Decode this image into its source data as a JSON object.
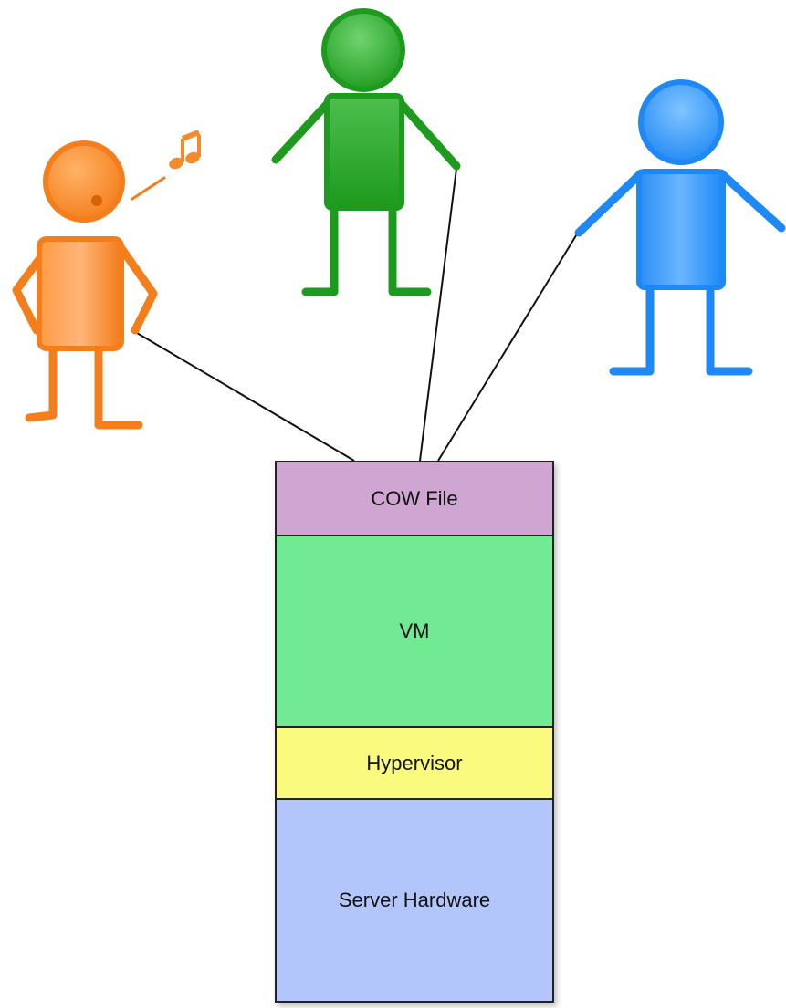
{
  "stack": {
    "layers": [
      {
        "label": "COW File",
        "color": "#cfa6d2"
      },
      {
        "label": "VM",
        "color": "#72ea93"
      },
      {
        "label": "Hypervisor",
        "color": "#fafa7e"
      },
      {
        "label": "Server Hardware",
        "color": "#b3c6fb"
      }
    ]
  },
  "figures": {
    "orange_person": {
      "color": "#f47e1c",
      "dark": "#d86400",
      "light": "#ffb266"
    },
    "green_person": {
      "color": "#1e9a1e",
      "dark": "#0d7a12",
      "light": "#6fd46f"
    },
    "blue_person": {
      "color": "#1e88f5",
      "dark": "#0a6ad4",
      "light": "#80c4ff"
    },
    "music_note_icon": "music-note-icon",
    "connector_color": "#111111"
  }
}
